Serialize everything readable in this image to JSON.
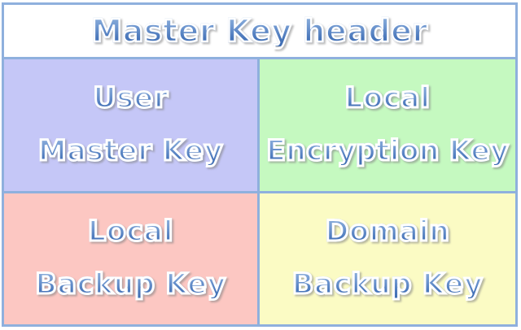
{
  "diagram": {
    "title": "Master Key header",
    "border_color": "#8fb0dd",
    "header_background": "#ffffff",
    "text_fill_top": "#8fb2dd",
    "text_fill_bottom": "#3d6cb2",
    "text_outline": "#ffffff",
    "cells": [
      {
        "name": "user-master-key",
        "line1": "User",
        "line2": "Master Key",
        "background": "#c5c7f7"
      },
      {
        "name": "local-encryption-key",
        "line1": "Local",
        "line2": "Encryption Key",
        "background": "#c5f9c0"
      },
      {
        "name": "local-backup-key",
        "line1": "Local",
        "line2": "Backup Key",
        "background": "#fcc7c2"
      },
      {
        "name": "domain-backup-key",
        "line1": "Domain",
        "line2": "Backup Key",
        "background": "#fbfbc4"
      }
    ]
  }
}
